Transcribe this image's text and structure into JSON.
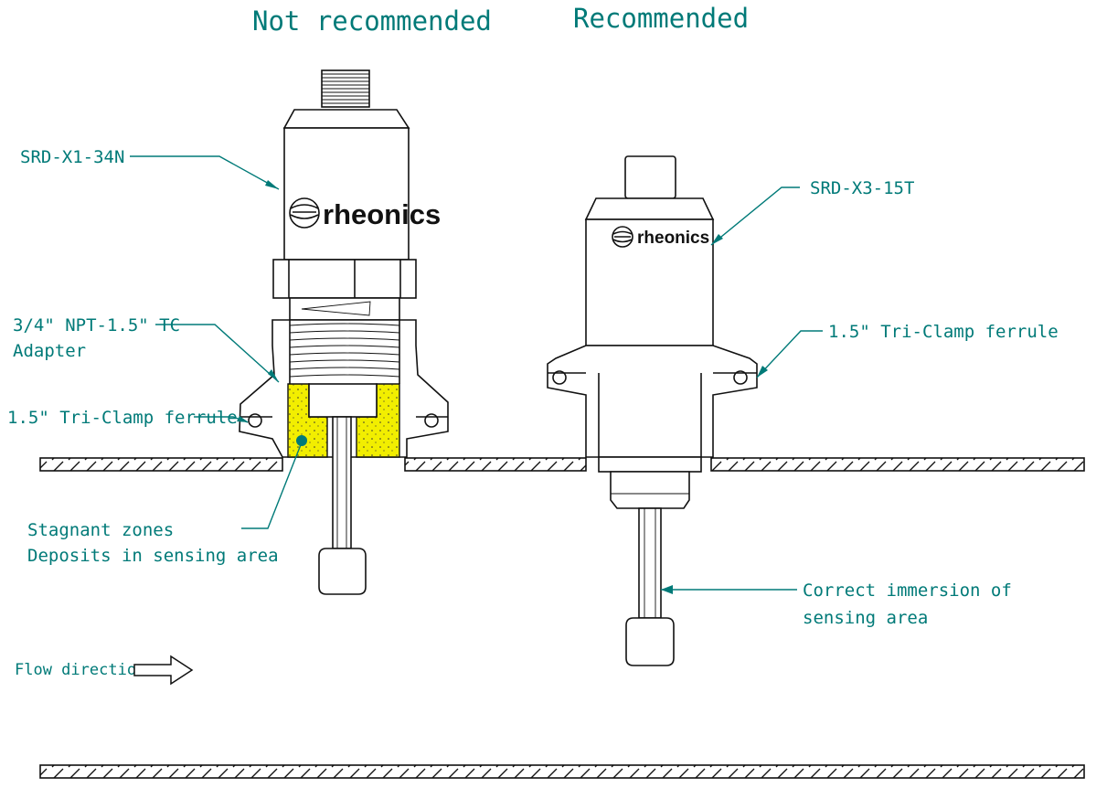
{
  "headings": {
    "not_recommended": "Not recommended",
    "recommended": "Recommended"
  },
  "callouts": {
    "left_sensor": "SRD-X1-34N",
    "right_sensor": "SRD-X3-15T",
    "adapter_line1": "3/4\" NPT-1.5\" TC",
    "adapter_line2": "Adapter",
    "left_ferrule": "1.5\" Tri-Clamp ferrule",
    "right_ferrule": "1.5\" Tri-Clamp ferrule",
    "stagnant_line1": "Stagnant zones",
    "stagnant_line2": "Deposits in sensing area",
    "immersion_line1": "Correct immersion of",
    "immersion_line2": "sensing area",
    "flow": "Flow direction"
  },
  "brand": {
    "name": "rheonics"
  },
  "colors": {
    "label": "#007a78",
    "stagnant_zone": "#f2ee00",
    "line": "#111111"
  },
  "icons": {
    "flow_arrow": "outline-right-arrow",
    "logo": "rheonics-wave-circle"
  }
}
